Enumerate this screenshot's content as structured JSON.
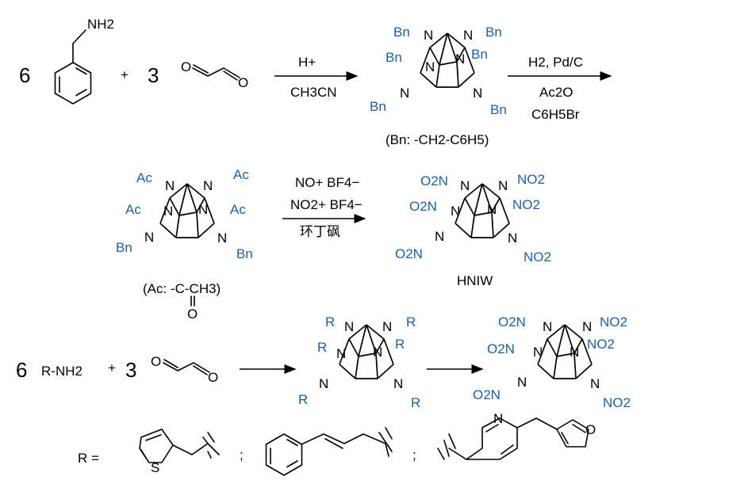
{
  "row1": {
    "coef_amine": "6",
    "amine_label": "NH2",
    "plus": "+",
    "coef_glyoxal": "3",
    "arrow1": {
      "reagent_top": "H+",
      "reagent_bottom": "CH3CN"
    },
    "cage_substituent": "Bn",
    "bn_note": "(Bn: -CH2-C6H5)",
    "arrow2": {
      "reagent_1": "H2, Pd/C",
      "reagent_2": "Ac2O",
      "reagent_3": "C6H5Br"
    }
  },
  "row2": {
    "ac_label": "Ac",
    "bn_label": "Bn",
    "ac_note_left": "(Ac: -C-CH3)",
    "ac_note_o": "O",
    "arrow3": {
      "reagent_1": "NO+ BF4−",
      "reagent_2": "NO2+ BF4−",
      "reagent_3": "环丁砜"
    },
    "no2_label": "NO2",
    "o2n_label": "O2N",
    "product_name": "HNIW"
  },
  "row3": {
    "coef_amine": "6",
    "amine_label": "R-NH2",
    "plus": "+",
    "coef_glyoxal": "3",
    "r_label": "R",
    "r_equals": "R =",
    "separator": ";",
    "thiophene_S": "S",
    "pyridine_N": "N",
    "furan_O": "O"
  }
}
